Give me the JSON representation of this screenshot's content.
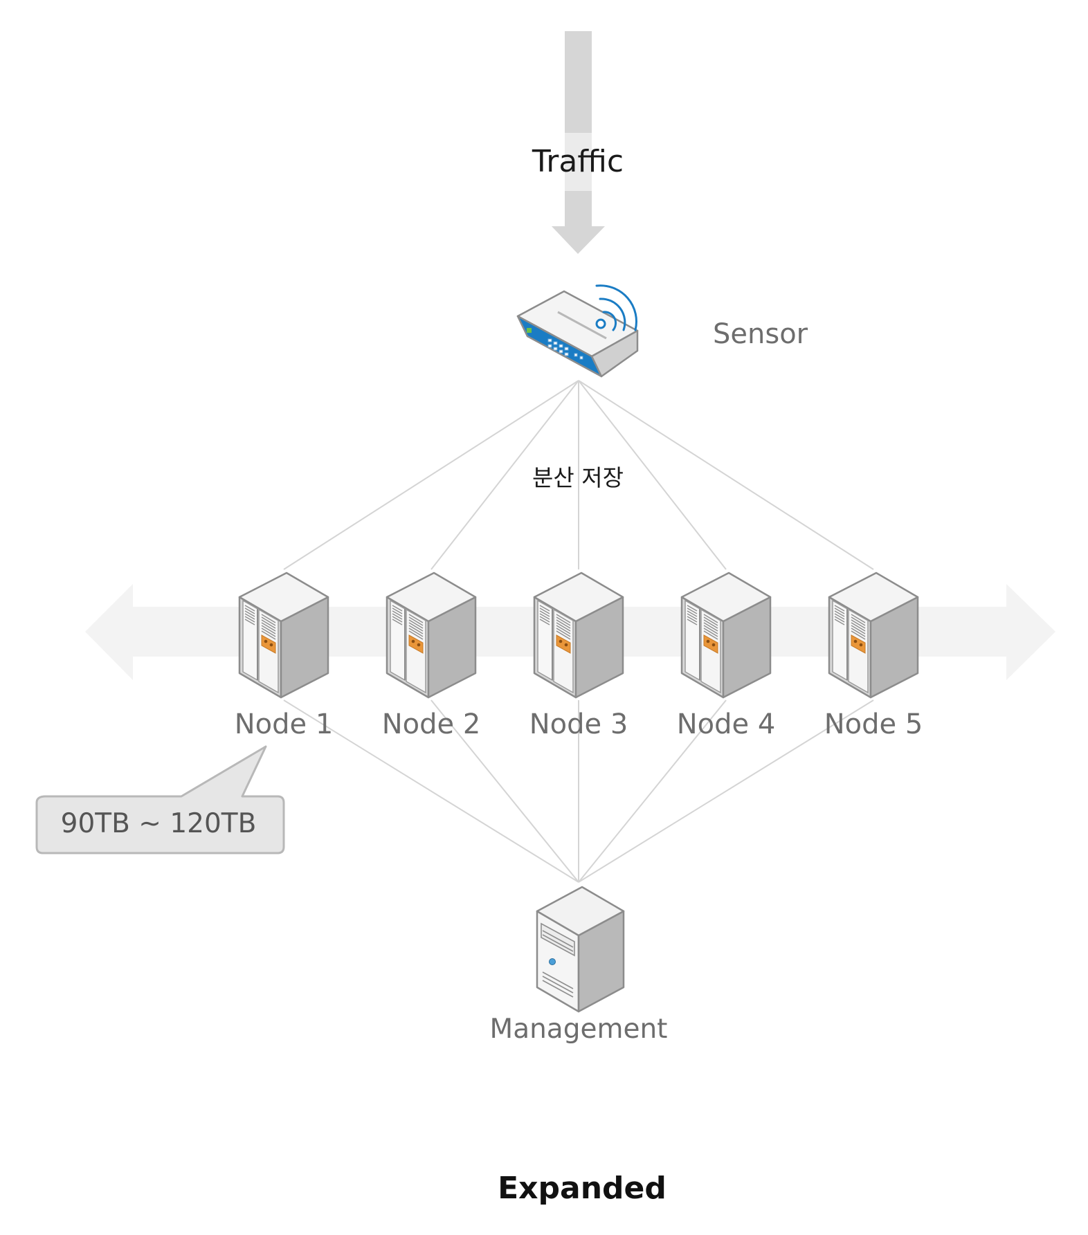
{
  "diagram": {
    "traffic_label": "Traffic",
    "sensor_label": "Sensor",
    "distribution_label": "분산 저장",
    "nodes": [
      {
        "label": "Node 1"
      },
      {
        "label": "Node 2"
      },
      {
        "label": "Node 3"
      },
      {
        "label": "Node 4"
      },
      {
        "label": "Node 5"
      }
    ],
    "management_label": "Management",
    "capacity_callout": "90TB ~ 120TB",
    "caption": "Expanded"
  },
  "colors": {
    "arrow_gray": "#d6d6d6",
    "expand_arrow": "#f3f3f3",
    "line_gray": "#d4d4d4",
    "accent_blue": "#1a7cc4",
    "accent_orange": "#e9963a",
    "callout_fill": "#e6e6e6"
  },
  "icons": {
    "sensor": "router-icon",
    "node": "server-tower-icon",
    "management": "server-icon"
  }
}
